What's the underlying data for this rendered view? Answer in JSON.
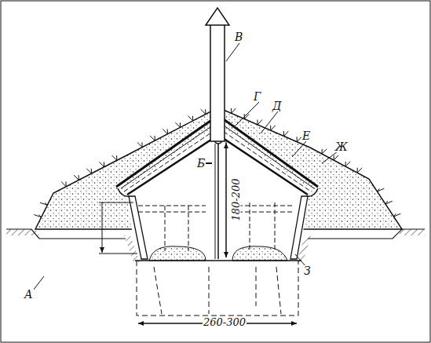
{
  "diagram": {
    "labels": [
      "В",
      "Г",
      "Д",
      "Е",
      "Ж",
      "Б",
      "180-200",
      "А",
      "З",
      "260-300"
    ]
  }
}
